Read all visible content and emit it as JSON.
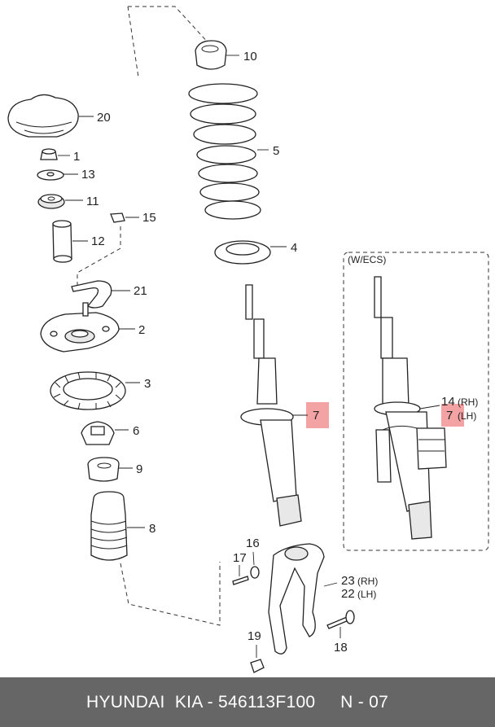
{
  "labels": {
    "p1": "1",
    "p2": "2",
    "p3": "3",
    "p4": "4",
    "p5": "5",
    "p6": "6",
    "p7": "7",
    "p8": "8",
    "p9": "9",
    "p10": "10",
    "p11": "11",
    "p12": "12",
    "p13": "13",
    "p15": "15",
    "p16": "16",
    "p17": "17",
    "p18": "18",
    "p19": "19",
    "p20": "20",
    "p21": "21",
    "p22": "22",
    "p22_side": "(LH)",
    "p23": "23",
    "p23_side": "(RH)",
    "ecs_title": "(W/ECS)",
    "ecs_14": "14",
    "ecs_14_side": "(RH)",
    "ecs_7": "7",
    "ecs_7_side": "(LH)"
  },
  "highlight_color": "#f3a3a3",
  "footer": {
    "brand": "HYUNDAI  KIA - 546113F100",
    "page": "N - 07"
  }
}
